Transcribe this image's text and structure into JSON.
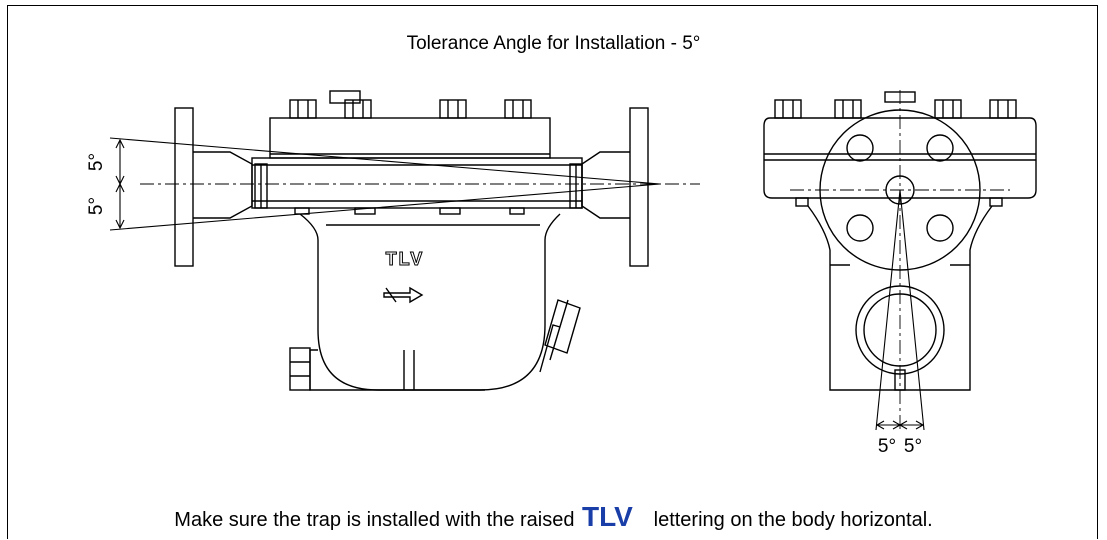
{
  "title": "Tolerance Angle for Installation - 5°",
  "caption": {
    "before": "Make sure the trap is installed with the raised",
    "logo": "TLV",
    "after": "lettering on the body horizontal."
  },
  "body_marking": "TLV",
  "side_view_angles": {
    "upper": "5°",
    "lower": "5°"
  },
  "front_view_angles": {
    "left": "5°",
    "right": "5°"
  },
  "colors": {
    "line": "#000000",
    "background": "#ffffff",
    "logo": "#1a3ea8"
  }
}
